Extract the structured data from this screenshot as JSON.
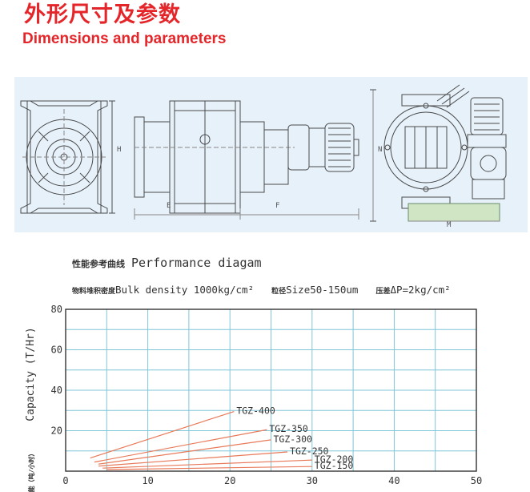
{
  "header": {
    "title_cn": "外形尺寸及参数",
    "title_en": "Dimensions and parameters"
  },
  "drawing": {
    "labels": {
      "h": "H",
      "e": "E",
      "f": "F",
      "n": "N",
      "m": "M"
    }
  },
  "performance": {
    "title_cn": "性能参考曲线",
    "title_en": "Performance diagam",
    "bulk_cn": "物料堆积密度",
    "bulk_en": "Bulk density 1000kg/cm²",
    "size_cn": "粒径",
    "size_en": "Size50-150um",
    "pressure_cn": "压差",
    "pressure_en": "ΔP=2kg/cm²"
  },
  "chart_data": {
    "type": "line",
    "ylabel": "Capacity (T/Hr)",
    "ylabel_cn": "产能（吨/小时）",
    "xlim": [
      0,
      50
    ],
    "ylim": [
      0,
      80
    ],
    "x_ticks": [
      "0",
      "10",
      "20",
      "30",
      "40",
      "50"
    ],
    "y_ticks": [
      "20",
      "40",
      "60",
      "80"
    ],
    "grid": true,
    "line_color": "#e87a5a",
    "grid_color": "#7fc6d8",
    "series": [
      {
        "name": "TGZ-400",
        "points": [
          [
            3,
            6.5
          ],
          [
            20.5,
            29.5
          ]
        ]
      },
      {
        "name": "TGZ-350",
        "points": [
          [
            3.5,
            4.5
          ],
          [
            24.5,
            20.5
          ]
        ]
      },
      {
        "name": "TGZ-300",
        "points": [
          [
            4,
            3.5
          ],
          [
            25,
            15.5
          ]
        ]
      },
      {
        "name": "TGZ-250",
        "points": [
          [
            4,
            2.5
          ],
          [
            27,
            9.5
          ]
        ]
      },
      {
        "name": "TGZ-200",
        "points": [
          [
            4.5,
            1.5
          ],
          [
            30,
            5.5
          ]
        ]
      },
      {
        "name": "TGZ-150",
        "points": [
          [
            5,
            0.8
          ],
          [
            30,
            2.3
          ]
        ]
      }
    ]
  }
}
